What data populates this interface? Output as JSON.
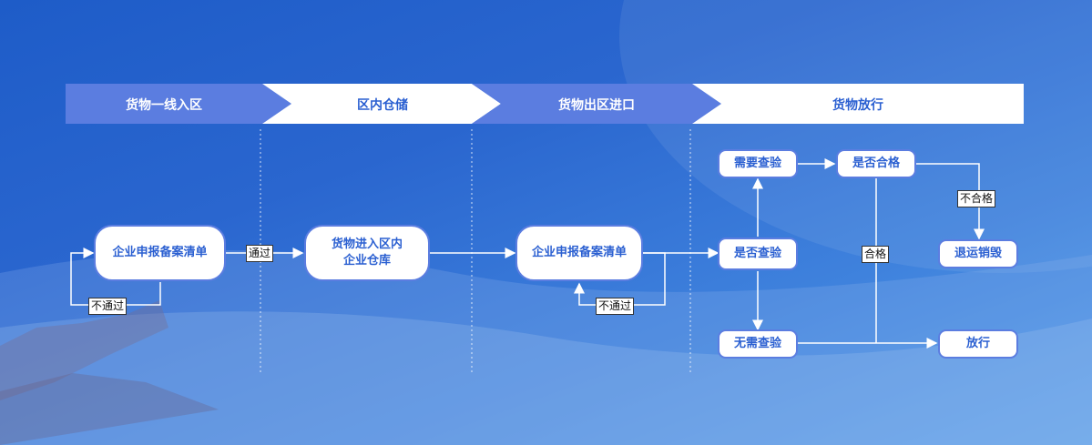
{
  "stages": [
    "货物一线入区",
    "区内仓储",
    "货物出区进口",
    "货物放行"
  ],
  "nodes": {
    "declare_in": "企业申报备案清单",
    "warehouse": "货物进入区内\n企业仓库",
    "declare_out": "企业申报备案清单",
    "check_decision": "是否查验",
    "need_inspect": "需要查验",
    "no_inspect": "无需查验",
    "qualified_decision": "是否合格",
    "return_destroy": "退运销毁",
    "release": "放行"
  },
  "edge_labels": {
    "pass": "通过",
    "fail_1": "不通过",
    "fail_2": "不通过",
    "unqualified": "不合格",
    "qualified": "合格"
  },
  "colors": {
    "stage_active": "#5b7de0",
    "stage_inactive": "#ffffff",
    "node_border": "#5b7de0",
    "node_text": "#2a5fd1"
  }
}
